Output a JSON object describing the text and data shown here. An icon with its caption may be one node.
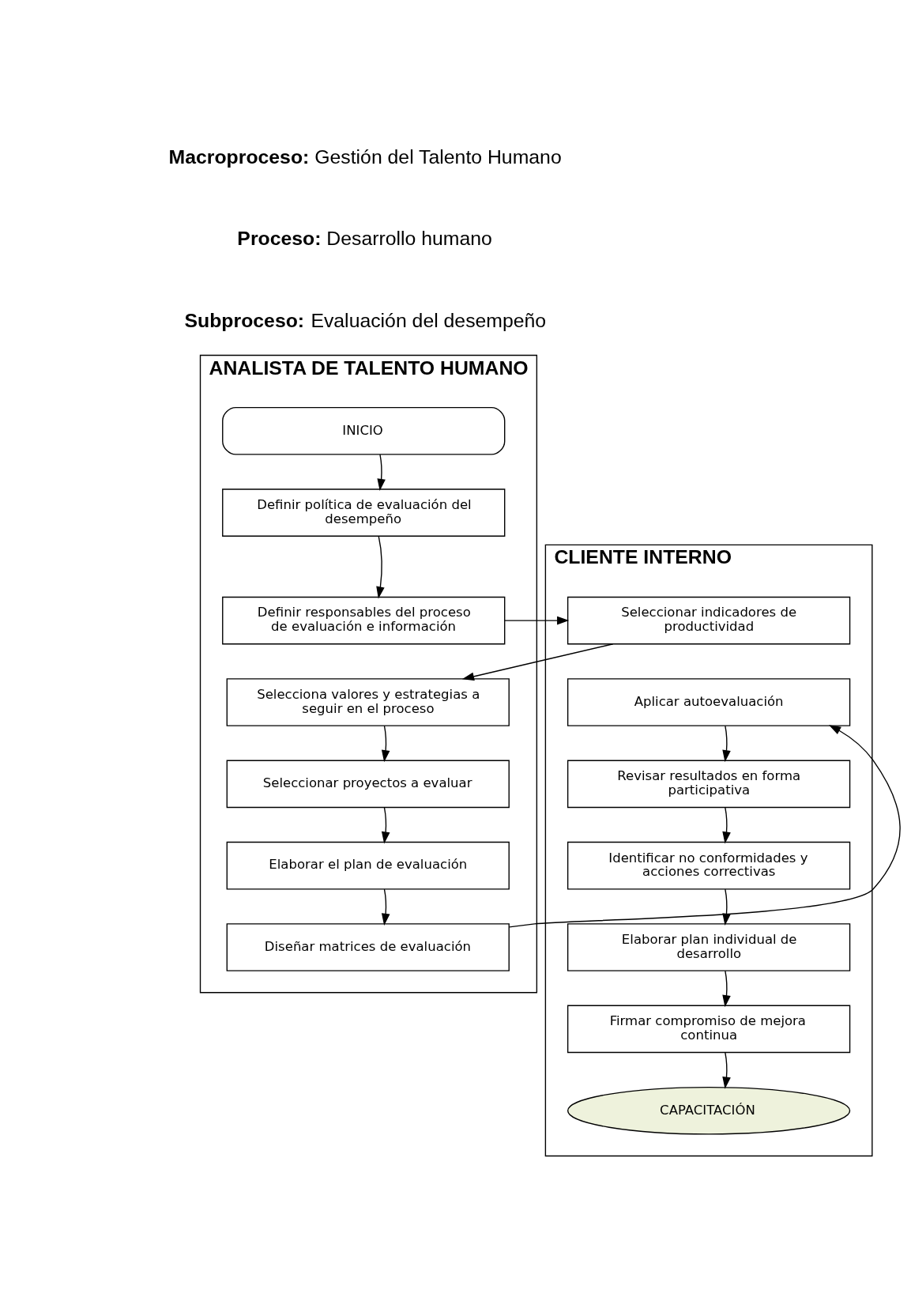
{
  "diagram": {
    "nodes": [
      {
        "text": [
          "ANALISTA DE TALENTO HUMANO"
        ]
      },
      {
        "text": [
          "CLIENTE INTERNO"
        ]
      },
      {
        "text": [
          "INICIO"
        ],
        "in": 0
      },
      {
        "text": [
          "Definir política de evaluación del desempeño"
        ],
        "in": 0
      },
      {
        "text": [
          "Definir responsables del proceso de evaluación e información"
        ],
        "in": 0
      },
      {
        "text": [
          "Selecciona valores y estrategias a seguir en el proceso"
        ],
        "in": 0
      },
      {
        "text": [
          "Seleccionar proyectos a evaluar"
        ],
        "in": 0
      },
      {
        "text": [
          "Elaborar el plan de evaluación"
        ],
        "in": 0
      },
      {
        "text": [
          "Diseñar matrices de evaluación"
        ],
        "in": 0
      },
      {
        "text": [
          "Seleccionar indicadores de productividad"
        ],
        "in": 1
      },
      {
        "text": [
          "Aplicar autoevaluación"
        ],
        "in": 1
      },
      {
        "text": [
          "Revisar resultados en forma participativa"
        ],
        "in": 1
      },
      {
        "text": [
          "Identificar no conformidades y acciones correctivas"
        ],
        "in": 1
      },
      {
        "text": [
          "Elaborar plan individual de desarrollo"
        ],
        "in": 1
      },
      {
        "text": [
          "Firmar compromiso de mejora continua"
        ],
        "in": 1
      },
      {
        "text": [
          "CAPACITACIÓN"
        ],
        "in": 1
      }
    ],
    "edges": [
      {
        "from": 2,
        "to": 3,
        "arrow": "to"
      },
      {
        "from": 3,
        "to": 4,
        "arrow": "to"
      },
      {
        "from": 4,
        "to": 9,
        "arrow": "to"
      },
      {
        "from": 9,
        "to": 5,
        "arrow": "to"
      },
      {
        "from": 5,
        "to": 6,
        "arrow": "to"
      },
      {
        "from": 6,
        "to": 7,
        "arrow": "to"
      },
      {
        "from": 7,
        "to": 8,
        "arrow": "to"
      },
      {
        "from": 8,
        "to": 10,
        "arrow": "to"
      },
      {
        "from": 10,
        "to": 11,
        "arrow": "to"
      },
      {
        "from": 11,
        "to": 12,
        "arrow": "to"
      },
      {
        "from": 12,
        "to": 13,
        "arrow": "to"
      },
      {
        "from": 13,
        "to": 14,
        "arrow": "to"
      },
      {
        "from": 14,
        "to": 15,
        "arrow": "to"
      }
    ],
    "labels": [
      "**Macroproceso:** Gestión del Talento Humano",
      "**Proceso:** Desarrollo humano",
      "**Subproceso:** Evaluación del desempeño"
    ]
  }
}
